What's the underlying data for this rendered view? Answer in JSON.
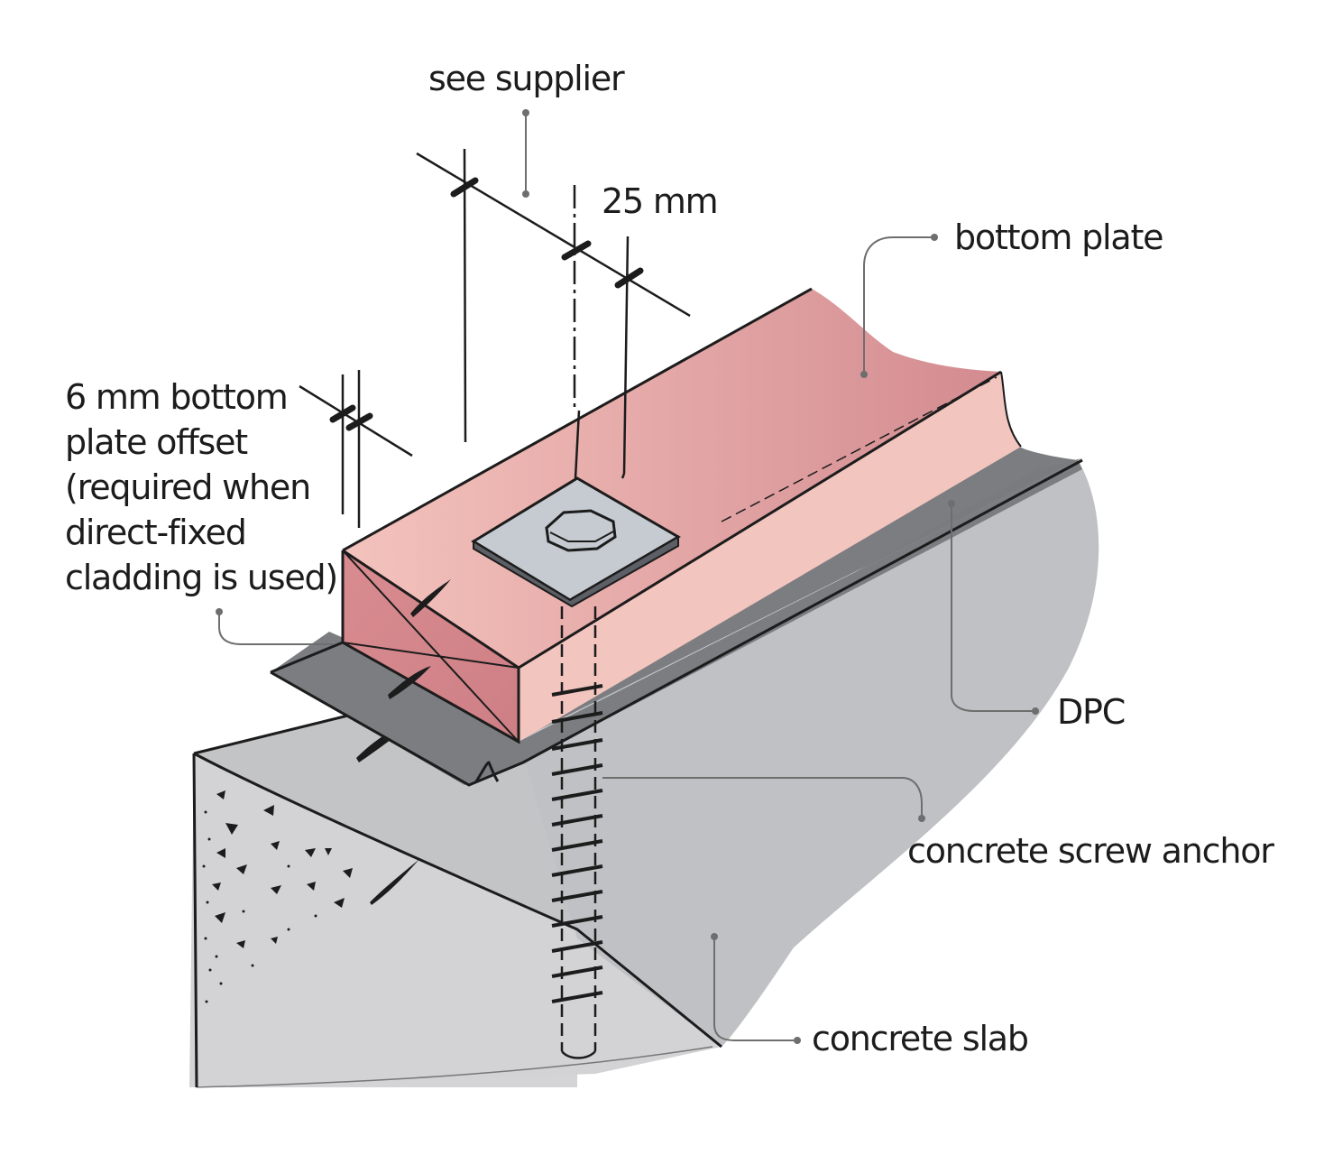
{
  "labels": {
    "see_supplier": "see supplier",
    "dim_25mm": "25 mm",
    "bottom_plate": "bottom plate",
    "offset_lines": [
      "6 mm bottom",
      "plate offset",
      "(required when",
      "direct-fixed",
      "cladding is used)"
    ],
    "dpc": "DPC",
    "screw_anchor": "concrete screw anchor",
    "concrete_slab": "concrete slab"
  },
  "colors": {
    "plate_light": "#f4c7c1",
    "plate_mid": "#e6a3a3",
    "plate_dark": "#d58a8e",
    "dpc": "#7d7e82",
    "slab_top": "#c9cacc",
    "slab_face": "#bcbdc0",
    "slab_end": "#d6d6d8",
    "washer": "#c9ced4",
    "ink": "#1c1c1c",
    "leader": "#6e6e6e"
  }
}
